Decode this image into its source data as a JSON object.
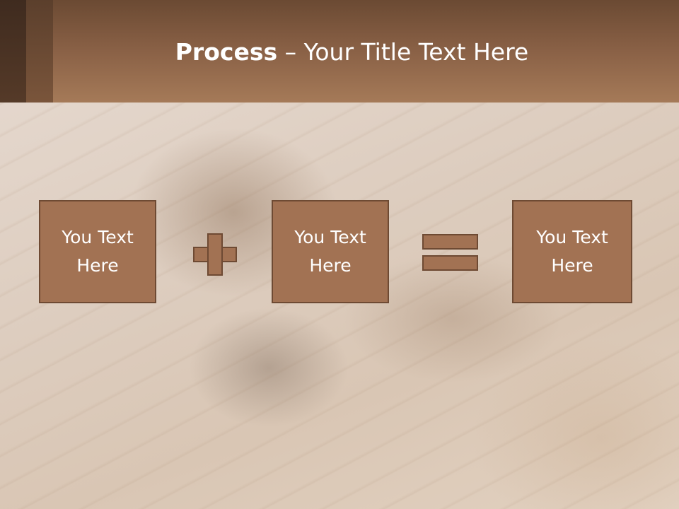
{
  "slide": {
    "title_bold": "Process",
    "title_rest": " – Your Title Text Here",
    "boxes": [
      {
        "text": "You Text Here"
      },
      {
        "text": "You Text Here"
      },
      {
        "text": "You Text Here"
      }
    ],
    "operators": [
      "plus-icon",
      "equals-icon"
    ],
    "colors": {
      "header": "#8a6146",
      "box_fill": "#a27253",
      "box_border": "#6e4a33",
      "title_text": "#ffffff"
    }
  }
}
